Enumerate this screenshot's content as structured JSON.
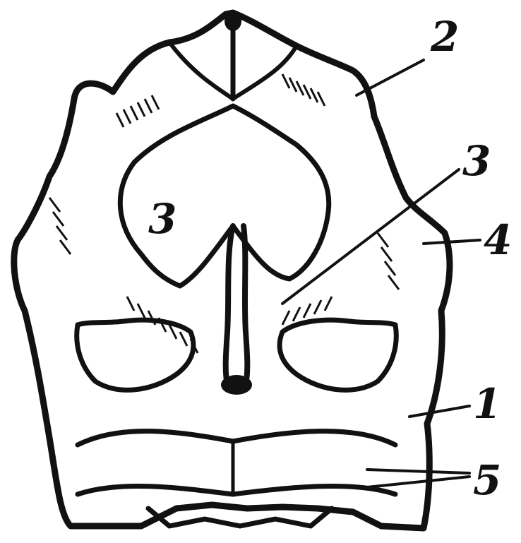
{
  "diagram": {
    "labels": {
      "one": "1",
      "two": "2",
      "three_left": "3",
      "three_right": "3",
      "four": "4",
      "five": "5"
    }
  },
  "colors": {
    "ink": "#111111",
    "paper": "#ffffff"
  }
}
